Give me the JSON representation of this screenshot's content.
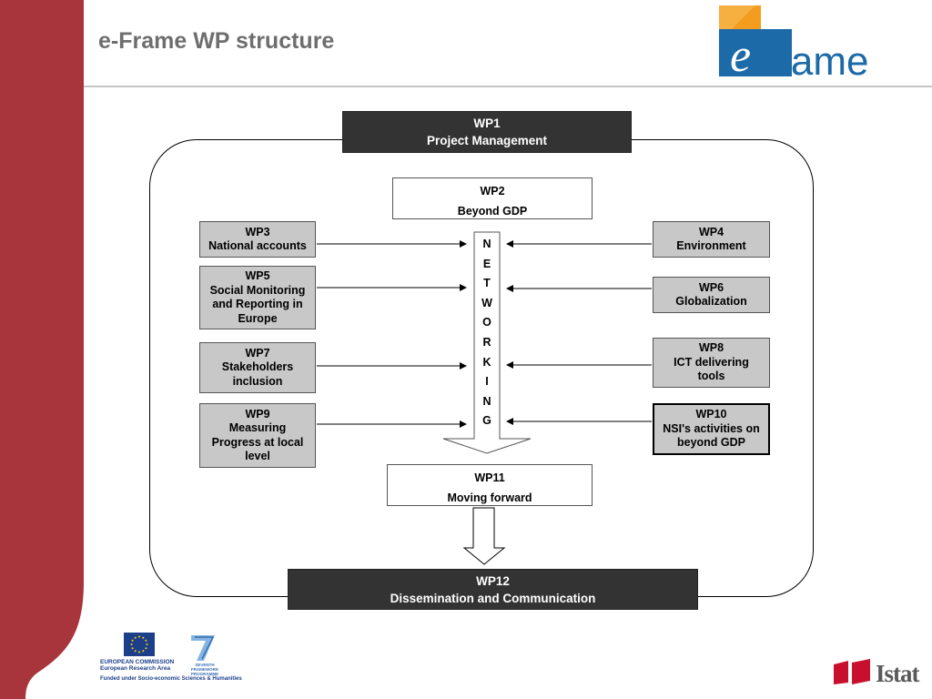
{
  "slide": {
    "title": "e-Frame WP structure",
    "logo_text": "frame"
  },
  "diagram": {
    "wp1": {
      "line1": "WP1",
      "line2": "Project Management"
    },
    "wp2": {
      "line1": "WP2",
      "line2": "Beyond GDP"
    },
    "wp3": {
      "line1": "WP3",
      "line2": "National accounts"
    },
    "wp4": {
      "line1": "WP4",
      "line2": "Environment"
    },
    "wp5": {
      "line1": "WP5",
      "line2": "Social Monitoring",
      "line3": "and Reporting in",
      "line4": "Europe"
    },
    "wp6": {
      "line1": "WP6",
      "line2": "Globalization"
    },
    "wp7": {
      "line1": "WP7",
      "line2": "Stakeholders",
      "line3": "inclusion"
    },
    "wp8": {
      "line1": "WP8",
      "line2": "ICT delivering",
      "line3": "tools"
    },
    "wp9": {
      "line1": "WP9",
      "line2": "Measuring",
      "line3": "Progress at local",
      "line4": "level"
    },
    "wp10": {
      "line1": "WP10",
      "line2": "NSI's activities on",
      "line3": "beyond GDP"
    },
    "wp11": {
      "line1": "WP11",
      "line2": "Moving forward"
    },
    "wp12": {
      "line1": "WP12",
      "line2": "Dissemination and Communication"
    },
    "networking_letters": [
      "N",
      "E",
      "T",
      "W",
      "O",
      "R",
      "K",
      "I",
      "N",
      "G"
    ]
  },
  "footer": {
    "ec_line1": "EUROPEAN COMMISSION",
    "ec_line2": "European Research Area",
    "funded": "Funded under Socio-economic Sciences & Humanities",
    "fp7_line1": "SEVENTH FRAMEWORK",
    "fp7_line2": "PROGRAMME",
    "istat": "Istat"
  },
  "colors": {
    "sidebar": "#a8343c",
    "dark_box": "#333333",
    "grey_box": "#c8c8c8",
    "logo_blue": "#1c6aa8",
    "logo_orange": "#f39c1e",
    "istat_red": "#c8102e"
  }
}
